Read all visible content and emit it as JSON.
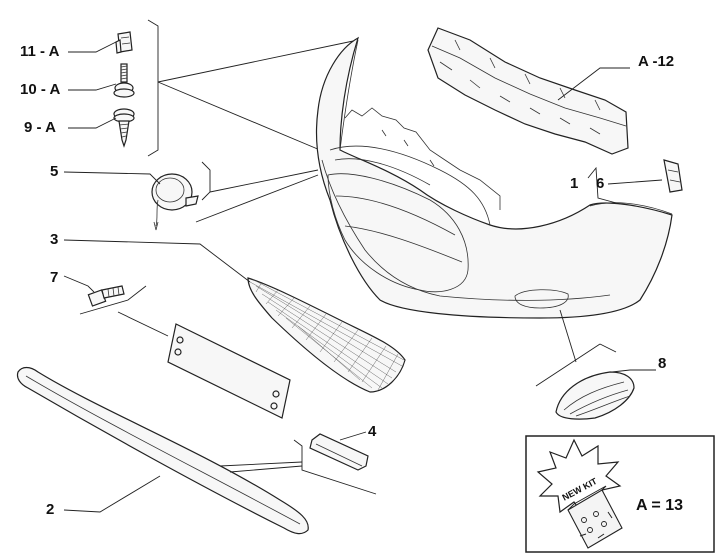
{
  "labels": {
    "l11": "11 - A",
    "l10": "10 - A",
    "l9": "9 - A",
    "l5": "5",
    "l3": "3",
    "l7": "7",
    "l2": "2",
    "l4": "4",
    "la12": "A -12",
    "l1": "1",
    "l6": "6",
    "l8": "8"
  },
  "kit": {
    "badge": "NEW KIT",
    "equation": "A = 13"
  }
}
